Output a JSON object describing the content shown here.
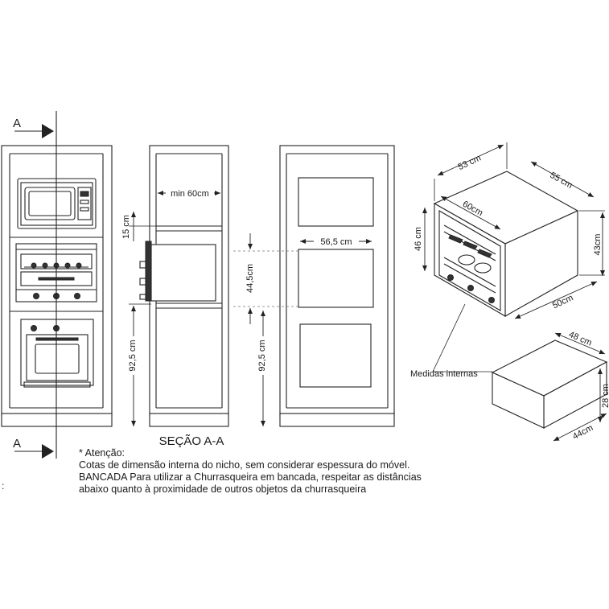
{
  "section_marker": "A",
  "section_title": "SEÇÃO A-A",
  "dimensions": {
    "niche_width": "min 60cm",
    "gap_top": "15 cm",
    "niche_height_right": "44,5cm",
    "base_height_left": "92,5 cm",
    "base_height_right": "92,5 cm",
    "niche_width_front": "56,5 cm",
    "top_depth": "53 cm",
    "side_depth": "55 cm",
    "front_width": "60cm",
    "front_height": "46 cm",
    "side_height": "43cm",
    "bottom_depth": "50cm",
    "internal_label": "Medidas internas",
    "internal_width": "48 cm",
    "internal_height": "28 cm",
    "internal_depth": "44cm"
  },
  "notes": {
    "title": "* Atenção:",
    "line1": "Cotas de dimensão interna do nicho, sem considerar espessura do móvel.",
    "line2": "BANCADA Para utilizar a Churrasqueira em bancada, respeitar as distâncias",
    "line3": "abaixo quanto à proximidade de outros objetos da churrasqueira"
  },
  "stray_mark": ":",
  "colors": {
    "line": "#222222",
    "background": "#ffffff"
  }
}
